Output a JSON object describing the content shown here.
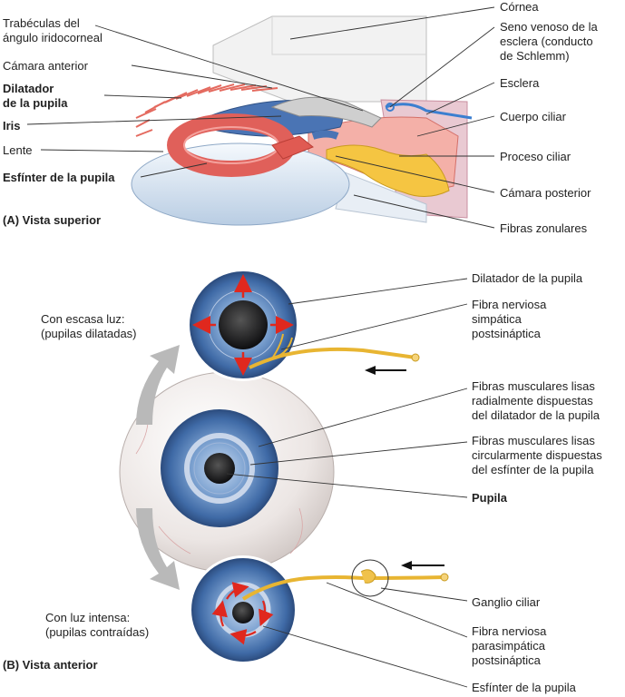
{
  "panel_a": {
    "caption": "(A) Vista superior",
    "labels": {
      "trabeculas": "Trabéculas del\nángulo iridocorneal",
      "camara_anterior": "Cámara anterior",
      "dilatador": "Dilatador\nde la pupila",
      "iris": "Iris",
      "lente": "Lente",
      "esfinter": "Esfínter de la pupila",
      "cornea": "Córnea",
      "seno_venoso": "Seno venoso de la\nesclera (conducto\nde Schlemm)",
      "esclera": "Esclera",
      "cuerpo_ciliar": "Cuerpo ciliar",
      "proceso_ciliar": "Proceso ciliar",
      "camara_posterior": "Cámara posterior",
      "fibras_zonulares": "Fibras zonulares"
    }
  },
  "panel_b": {
    "caption": "(B) Vista anterior",
    "labels": {
      "escasa_luz": "Con escasa luz:\n(pupilas dilatadas)",
      "luz_intensa": "Con luz intensa:\n(pupilas contraídas)",
      "dilatador": "Dilatador de la pupila",
      "fibra_simpatica": "Fibra nerviosa\nsimpática\npostsináptica",
      "fibras_radiales": "Fibras musculares lisas\nradialmente dispuestas\ndel dilatador de la pupila",
      "fibras_circulares": "Fibras musculares lisas\ncircularmente dispuestas\ndel esfínter de la pupila",
      "pupila": "Pupila",
      "ganglio": "Ganglio ciliar",
      "fibra_parasimpatica": "Fibra nerviosa\nparasimpática\npostsináptica",
      "esfinter": "Esfínter de la pupila"
    }
  },
  "colors": {
    "iris_blue": "#4f7db8",
    "muscle_red": "#d9534f",
    "nerve_yellow": "#f0c24b",
    "arrow_red": "#e0281e",
    "sclera": "#eeeae8"
  }
}
